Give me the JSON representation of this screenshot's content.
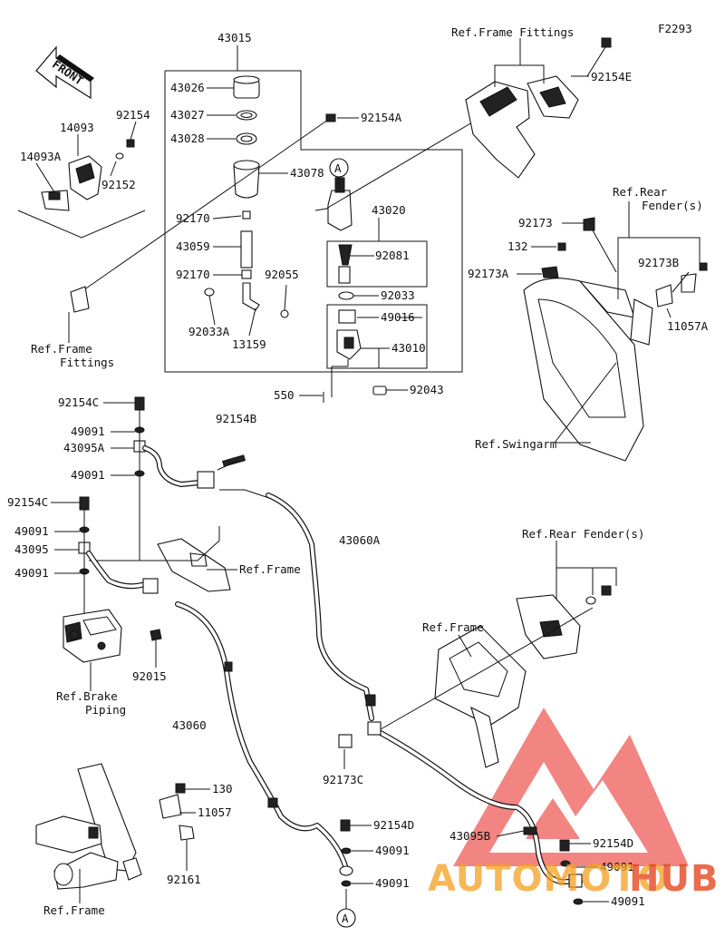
{
  "figure_code": "F2293",
  "front_label": "FRONT",
  "callout_letter": "A",
  "labels": {
    "p43015": "43015",
    "p43026": "43026",
    "p43027": "43027",
    "p43028": "43028",
    "p43078": "43078",
    "p92154A": "92154A",
    "p92170a": "92170",
    "p43059": "43059",
    "p92170b": "92170",
    "p92055": "92055",
    "p92033A": "92033A",
    "p13159": "13159",
    "p43020": "43020",
    "p92081": "92081",
    "p92033": "92033",
    "p49016": "49016",
    "p43010": "43010",
    "p550": "550",
    "p92043": "92043",
    "p14093": "14093",
    "p14093A": "14093A",
    "p92154": "92154",
    "p92152": "92152",
    "refFrameFittings1a": "Ref.Frame",
    "refFrameFittings1b": "Fittings",
    "refFrameFittingsTop": "Ref.Frame Fittings",
    "p92154E": "92154E",
    "refRearFender1a": "Ref.Rear",
    "refRearFender1b": "Fender(s)",
    "p92173": "92173",
    "p132": "132",
    "p92173A": "92173A",
    "p92173B": "92173B",
    "p11057A": "11057A",
    "refSwingarm": "Ref.Swingarm",
    "p92154C1": "92154C",
    "p49091a": "49091",
    "p43095A": "43095A",
    "p49091b": "49091",
    "p92154B": "92154B",
    "p92154C2": "92154C",
    "p49091c": "49091",
    "p43095": "43095",
    "p49091d": "49091",
    "refFrame1": "Ref.Frame",
    "p43060A": "43060A",
    "refBrakePiping1": "Ref.Brake",
    "refBrakePiping2": "Piping",
    "p92015": "92015",
    "refRearFender2": "Ref.Rear Fender(s)",
    "refFrame2": "Ref.Frame",
    "p43060": "43060",
    "p92173C": "92173C",
    "p130": "130",
    "p11057": "11057",
    "p92161": "92161",
    "refFrame3": "Ref.Frame",
    "p92154D1": "92154D",
    "p49091e": "49091",
    "p49091f": "49091",
    "p43095B": "43095B",
    "p92154D2": "92154D",
    "p49091g": "49091",
    "p49091h": "49091"
  },
  "watermark": {
    "part1": "AUTOMOTO",
    "part2": "HUB",
    "color_logo": "#e8201c",
    "color_text_light": "#f5a020",
    "color_text_dark": "#e43a12"
  }
}
